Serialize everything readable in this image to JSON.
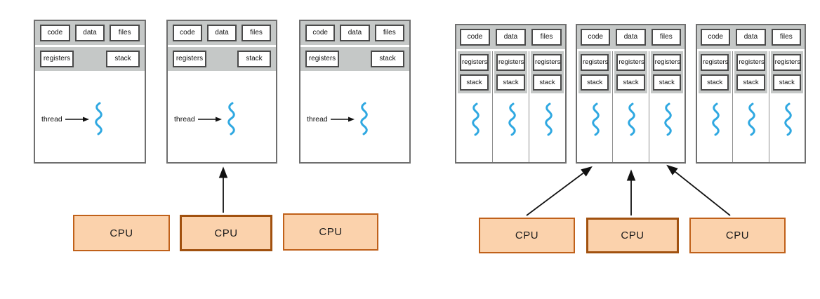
{
  "left_section": {
    "description": "three single-threaded processes, each mapped to a CPU",
    "processes": [
      {
        "row1": [
          "code",
          "data",
          "files"
        ],
        "row2": [
          "registers",
          "stack"
        ],
        "thread_label": "thread"
      },
      {
        "row1": [
          "code",
          "data",
          "files"
        ],
        "row2": [
          "registers",
          "stack"
        ],
        "thread_label": "thread"
      },
      {
        "row1": [
          "code",
          "data",
          "files"
        ],
        "row2": [
          "registers",
          "stack"
        ],
        "thread_label": "thread"
      }
    ],
    "cpus": [
      {
        "label": "CPU",
        "emphasized": false
      },
      {
        "label": "CPU",
        "emphasized": true
      },
      {
        "label": "CPU",
        "emphasized": false
      }
    ],
    "arrow": "middle CPU points up to middle process"
  },
  "right_section": {
    "description": "three multi-threaded processes (three threads each); three CPUs point to the threads of the middle process",
    "processes": [
      {
        "shared_row": [
          "code",
          "data",
          "files"
        ],
        "columns": [
          {
            "registers": "registers",
            "stack": "stack"
          },
          {
            "registers": "registers",
            "stack": "stack"
          },
          {
            "registers": "registers",
            "stack": "stack"
          }
        ]
      },
      {
        "shared_row": [
          "code",
          "data",
          "files"
        ],
        "columns": [
          {
            "registers": "registers",
            "stack": "stack"
          },
          {
            "registers": "registers",
            "stack": "stack"
          },
          {
            "registers": "registers",
            "stack": "stack"
          }
        ]
      },
      {
        "shared_row": [
          "code",
          "data",
          "files"
        ],
        "columns": [
          {
            "registers": "registers",
            "stack": "stack"
          },
          {
            "registers": "registers",
            "stack": "stack"
          },
          {
            "registers": "registers",
            "stack": "stack"
          }
        ]
      }
    ],
    "cpus": [
      {
        "label": "CPU",
        "emphasized": false
      },
      {
        "label": "CPU",
        "emphasized": true
      },
      {
        "label": "CPU",
        "emphasized": false
      }
    ],
    "arrows": "all three CPUs point up to the middle multi-threaded process"
  },
  "colors": {
    "header_bg": "#c5c8c7",
    "thread_squiggle": "#2fa8e1",
    "cpu_fill": "#fbd2ac",
    "cpu_border": "#c0611a",
    "box_border": "#6f6f6f",
    "arrow": "#111111"
  }
}
